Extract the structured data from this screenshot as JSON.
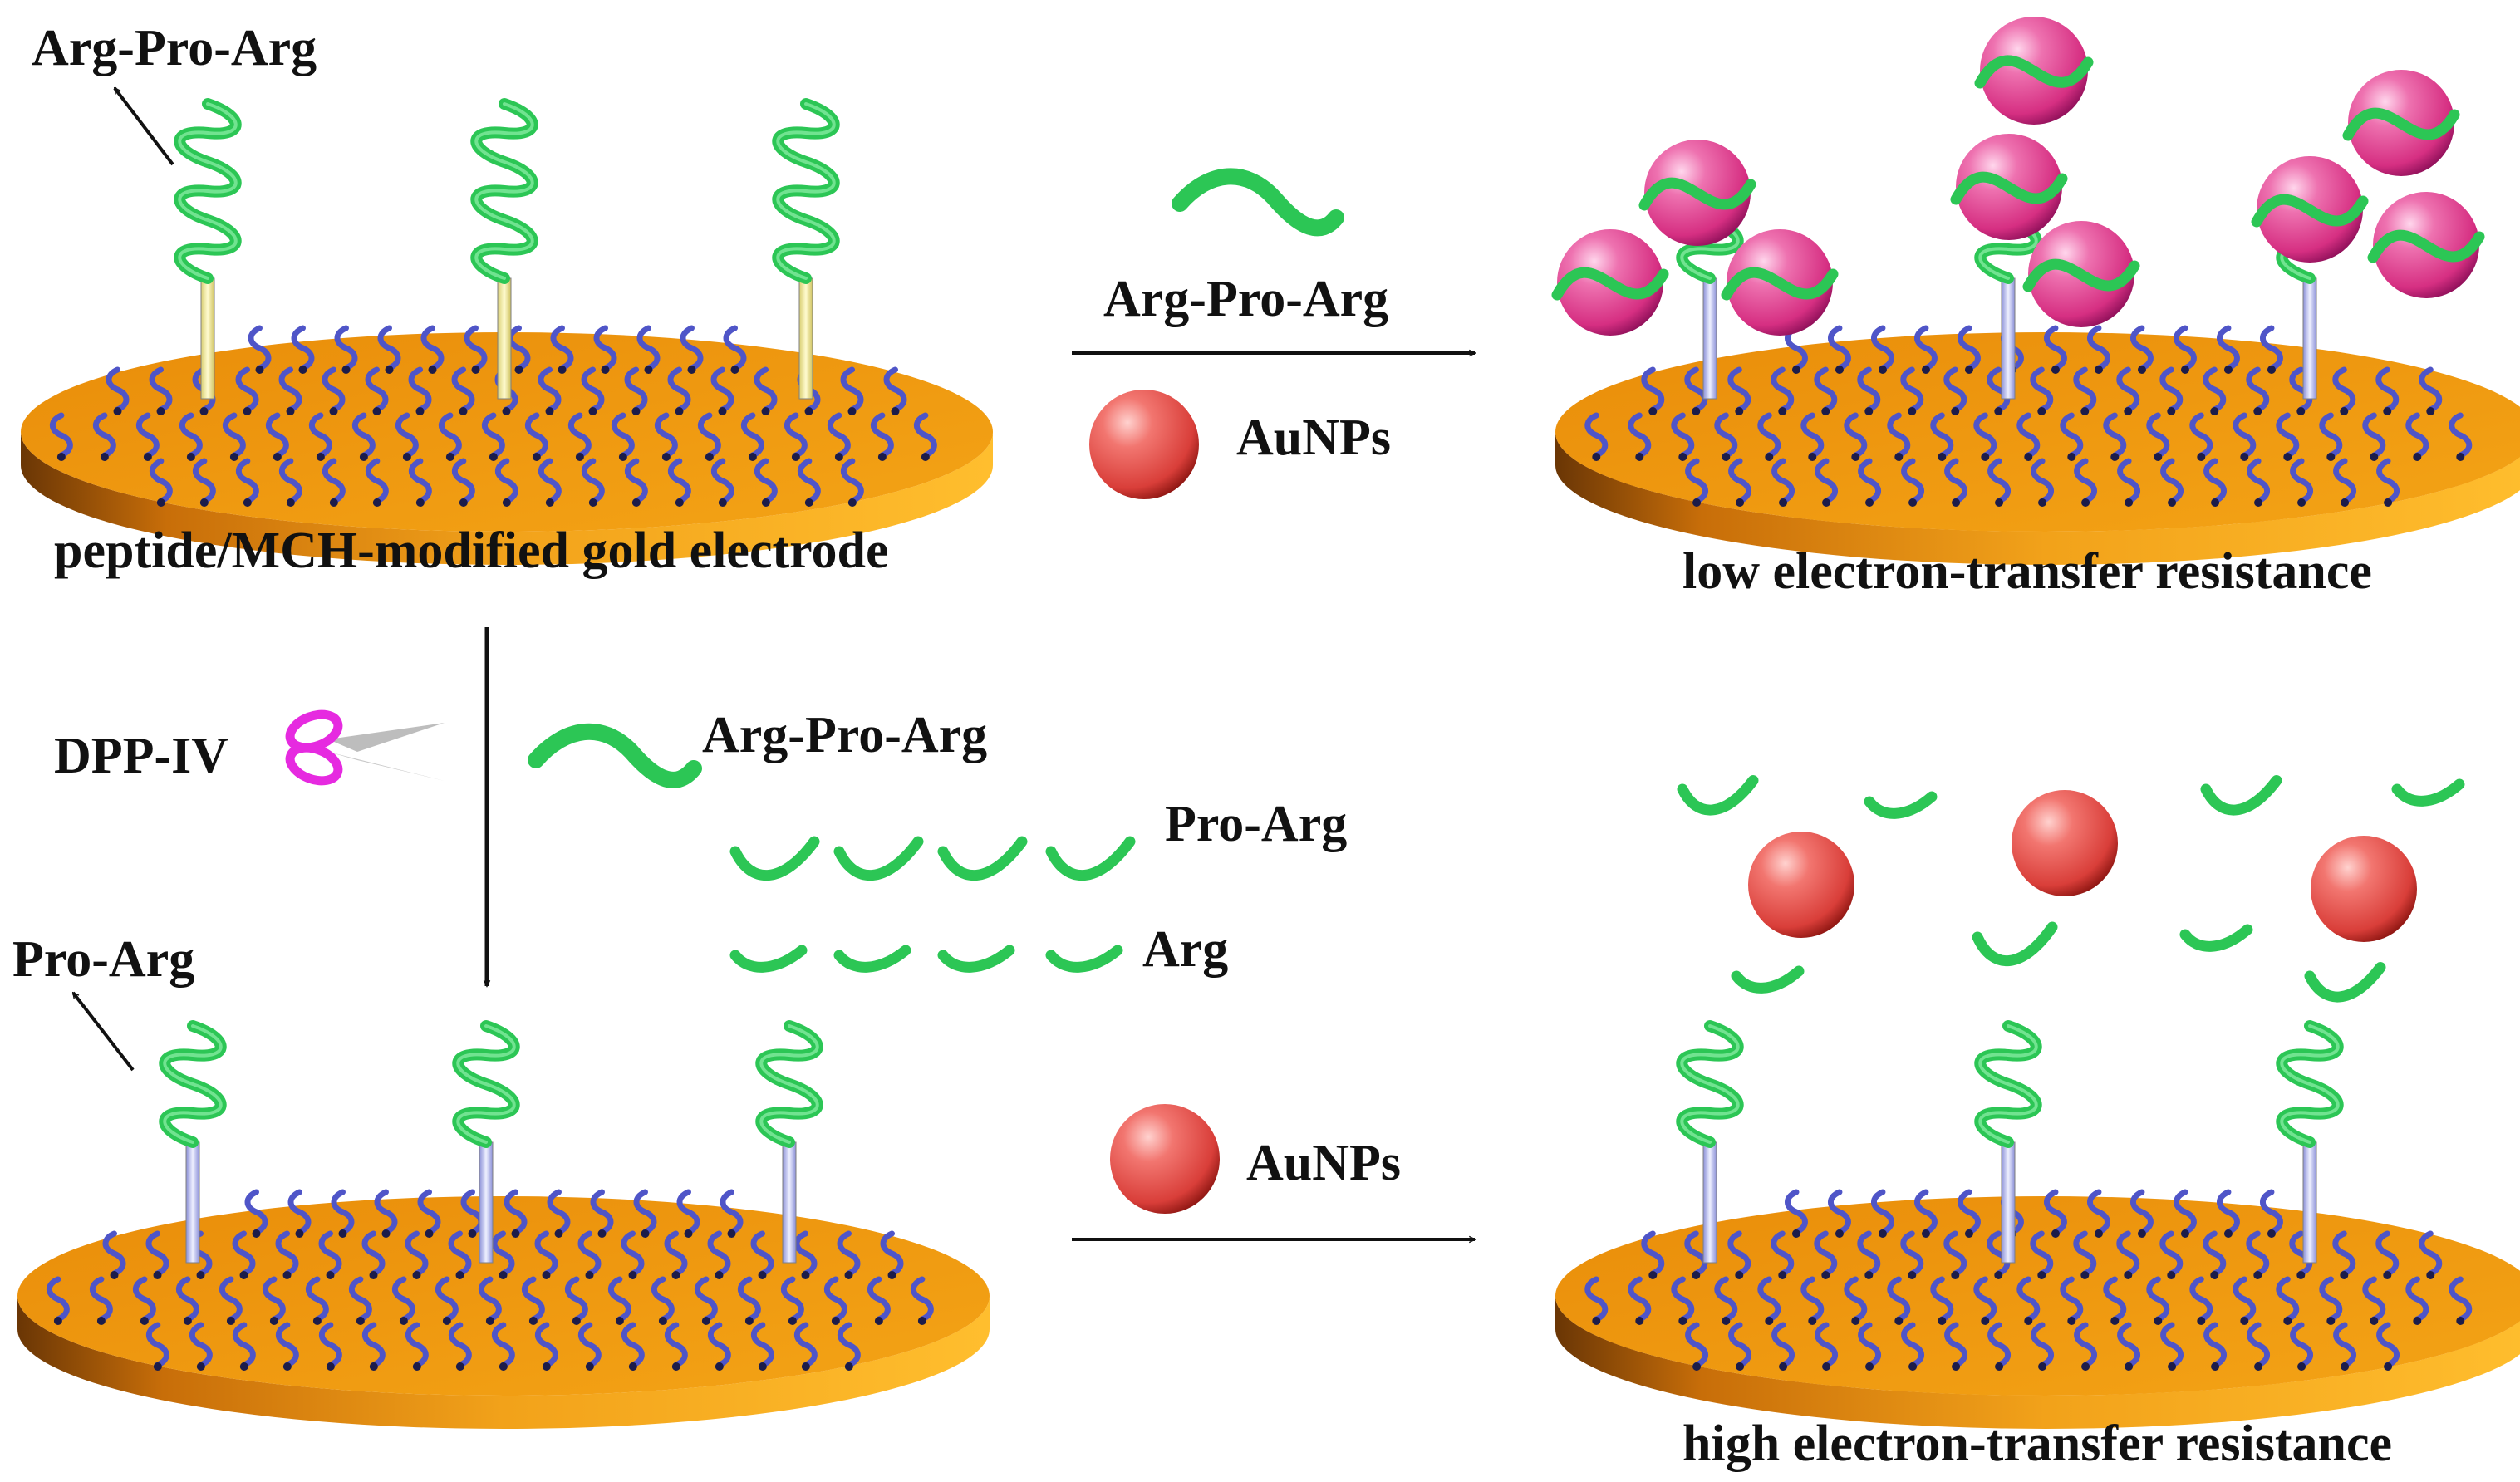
{
  "labels": {
    "peptide_top_left": "Arg-Pro-Arg",
    "electrode_caption": "peptide/MCH-modified gold electrode",
    "reagent_peptide_top": "Arg-Pro-Arg",
    "reagent_aunps_top": "AuNPs",
    "result_low": "low electron-transfer resistance",
    "enzyme": "DPP-IV",
    "fragment_full": "Arg-Pro-Arg",
    "fragment_pro_arg": "Pro-Arg",
    "fragment_arg": "Arg",
    "peptide_bottom_left": "Pro-Arg",
    "reagent_aunps_bottom": "AuNPs",
    "result_high": "high electron-transfer resistance"
  },
  "colors": {
    "gold_top": "#f19a0c",
    "gold_side": "#b45a06",
    "mch_chain": "#4f55c8",
    "peptide": "#2cc655",
    "aunp_pink": "#e2418a",
    "aunp_red": "#e04a44",
    "scissors": "#e62ae0",
    "blade": "#bdbdbd",
    "linker_yellow": "#f5f0a0",
    "linker_blue": "#b3b7ee"
  },
  "icons": {
    "enzyme": "scissors-icon",
    "nanoparticle": "sphere-icon",
    "arrow": "arrow-right-icon"
  }
}
